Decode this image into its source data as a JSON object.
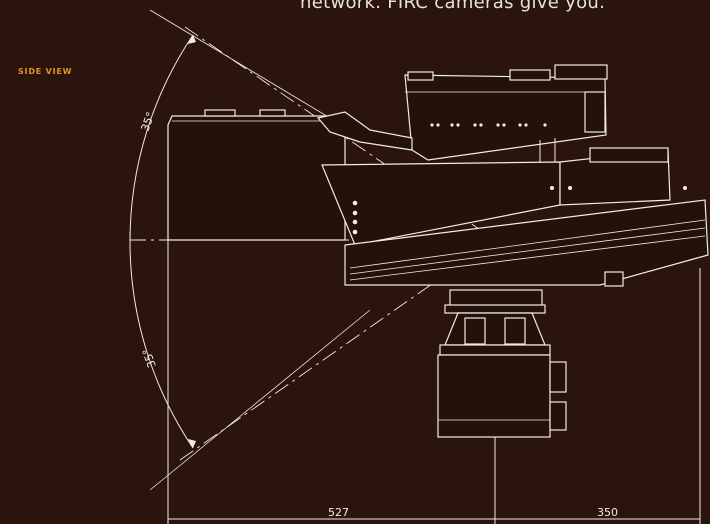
{
  "header": {
    "text": "network. FIRC cameras give you."
  },
  "view_label": "SIDE VIEW",
  "dimensions": {
    "angle_upper": "35°",
    "angle_lower": "35°",
    "width_left": "527",
    "width_right": "350"
  },
  "colors": {
    "background": "#2a140b",
    "accent": "#e0922e",
    "line": "#f2ece6"
  }
}
